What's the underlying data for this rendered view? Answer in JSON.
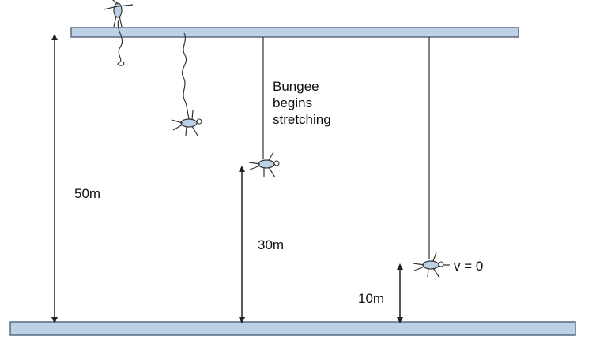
{
  "diagram": {
    "platform_height_label": "50m",
    "stretch_height_label": "30m",
    "lowest_height_label": "10m",
    "stretch_annotation": [
      "Bungee",
      "begins",
      "stretching"
    ],
    "velocity_label": "v = 0"
  },
  "colors": {
    "bar_fill": "#bcd0e6",
    "bar_stroke": "#5a6a80",
    "body_fill": "#bcd0e6",
    "line": "#333333"
  },
  "icons": {
    "jumper": "stick-figure-jumper"
  }
}
